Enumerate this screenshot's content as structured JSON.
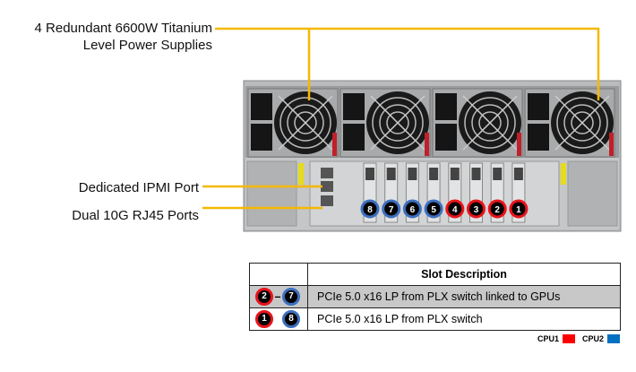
{
  "callouts": {
    "power_line1": "4 Redundant 6600W Titanium",
    "power_line2": "Level Power Supplies",
    "ipmi": "Dedicated IPMI Port",
    "rj45": "Dual 10G RJ45 Ports"
  },
  "slots": [
    {
      "num": "8",
      "cpu": "CPU2"
    },
    {
      "num": "7",
      "cpu": "CPU2"
    },
    {
      "num": "6",
      "cpu": "CPU2"
    },
    {
      "num": "5",
      "cpu": "CPU2"
    },
    {
      "num": "4",
      "cpu": "CPU1"
    },
    {
      "num": "3",
      "cpu": "CPU1"
    },
    {
      "num": "2",
      "cpu": "CPU1"
    },
    {
      "num": "1",
      "cpu": "CPU1"
    }
  ],
  "table": {
    "header": "Slot Description",
    "rows": [
      {
        "from": "2",
        "sep": "–",
        "to": "7",
        "desc": "PCIe 5.0 x16 LP from PLX switch linked to GPUs"
      },
      {
        "from": "1",
        "sep": "",
        "to": "8",
        "desc": "PCIe 5.0 x16 LP from PLX switch"
      }
    ]
  },
  "legend": [
    {
      "label": "CPU1",
      "color": "#ff0000"
    },
    {
      "label": "CPU2",
      "color": "#0070c0"
    }
  ],
  "colors": {
    "callout_line": "#f5b800",
    "row_highlight": "#c8c8c8"
  }
}
